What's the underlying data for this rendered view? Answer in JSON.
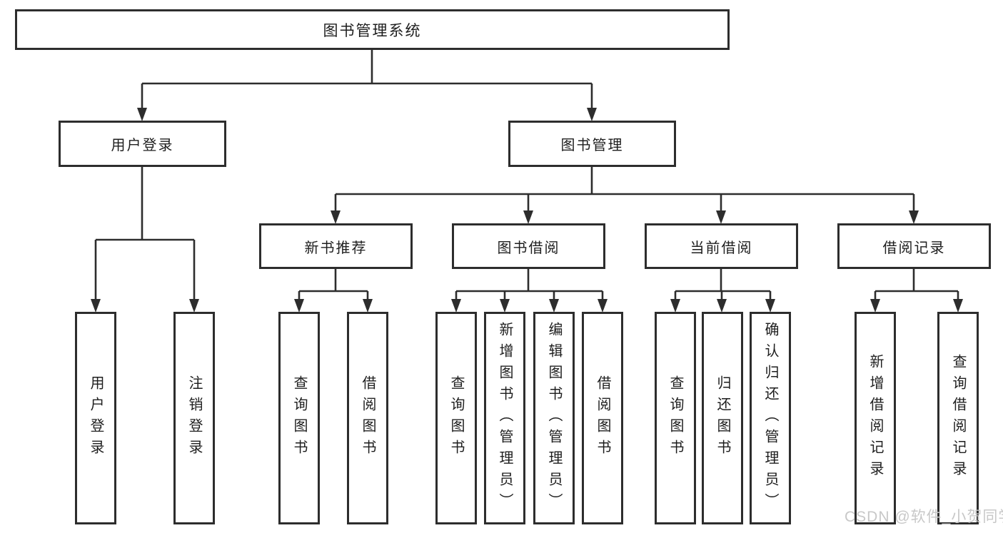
{
  "diagram": {
    "type": "hierarchy-flowchart",
    "title": "图书管理系统",
    "root": {
      "label": "图书管理系统",
      "children": [
        {
          "label": "用户登录",
          "children": [
            {
              "label": "用户登录"
            },
            {
              "label": "注销登录"
            }
          ]
        },
        {
          "label": "图书管理",
          "children": [
            {
              "label": "新书推荐",
              "children": [
                {
                  "label": "查询图书"
                },
                {
                  "label": "借阅图书"
                }
              ]
            },
            {
              "label": "图书借阅",
              "children": [
                {
                  "label": "查询图书"
                },
                {
                  "label": "新增图书（管理员）"
                },
                {
                  "label": "编辑图书（管理员）"
                },
                {
                  "label": "借阅图书"
                }
              ]
            },
            {
              "label": "当前借阅",
              "children": [
                {
                  "label": "查询图书"
                },
                {
                  "label": "归还图书"
                },
                {
                  "label": "确认归还（管理员）"
                }
              ]
            },
            {
              "label": "借阅记录",
              "children": [
                {
                  "label": "新增借阅记录"
                },
                {
                  "label": "查询借阅记录"
                }
              ]
            }
          ]
        }
      ]
    }
  },
  "colors": {
    "line_color": "#2d2d2d",
    "text_color": "#1e1e1e",
    "watermark_color": "#c8c8c8",
    "box_bg": "#ffffff"
  },
  "watermark": "CSDN @软件_小贺同学"
}
